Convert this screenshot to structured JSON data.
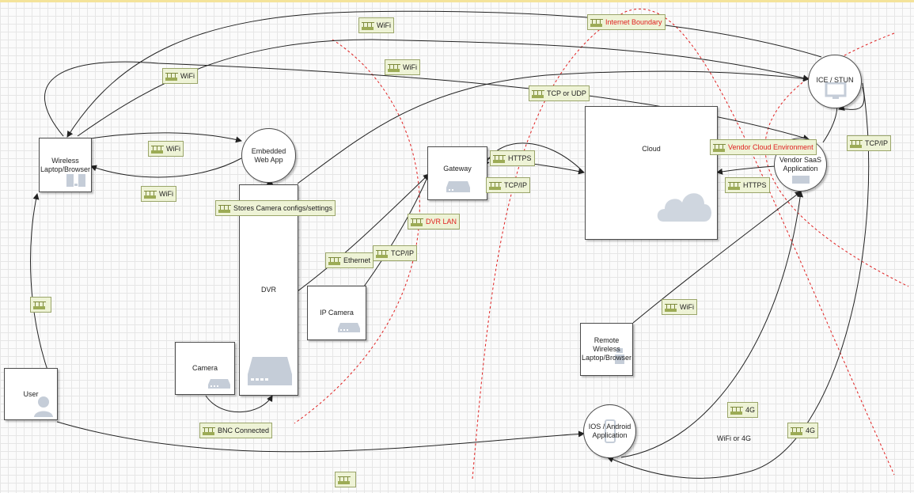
{
  "colors": {
    "node_border": "#4a4a4a",
    "flow_fill": "#eef3d6",
    "flow_border": "#9aa56a",
    "boundary": "#e02020",
    "icon": "#c5cdd8"
  },
  "nodes": {
    "user": "User",
    "wireless_laptop": "Wireless Laptop/Browser",
    "embedded_web_app": "Embedded Web App",
    "dvr": "DVR",
    "camera": "Camera",
    "ip_camera": "IP Camera",
    "gateway": "Gateway",
    "cloud": "Cloud",
    "vendor_saas": "Vendor SaaS Application",
    "ice_stun": "ICE / STUN",
    "remote_laptop": "Remote Wireless Laptop/Browser",
    "mobile_app": "IOS / Android Application"
  },
  "flows": {
    "wifi_1": "WiFi",
    "wifi_2": "WiFi",
    "wifi_3": "WiFi",
    "wifi_4": "WiFi",
    "wifi_5": "WiFi",
    "wifi_6": "WiFi",
    "tcp_or_udp": "TCP or UDP",
    "stores_configs": "Stores Camera configs/settings",
    "https_1": "HTTPS",
    "tcpip_1": "TCP/IP",
    "https_2": "HTTPS",
    "tcpip_2": "TCP/IP",
    "tcpip_3": "TCP/IP",
    "ethernet": "Ethernet",
    "bnc": "BNC Connected",
    "fourg_1": "4G",
    "fourg_2": "4G",
    "unlabeled_1": "",
    "unlabeled_2": ""
  },
  "boundaries": {
    "internet": "Internet Boundary",
    "vendor_cloud": "Vendor Cloud Environment",
    "dvr_lan": "DVR LAN"
  },
  "annotations": {
    "wifi_or_4g": "WiFi or 4G"
  },
  "icons": [
    "user-icon",
    "laptop-icon",
    "dvr-icon",
    "camera-icon",
    "gateway-icon",
    "cloud-icon",
    "monitor-icon",
    "phone-icon",
    "network-icon"
  ]
}
